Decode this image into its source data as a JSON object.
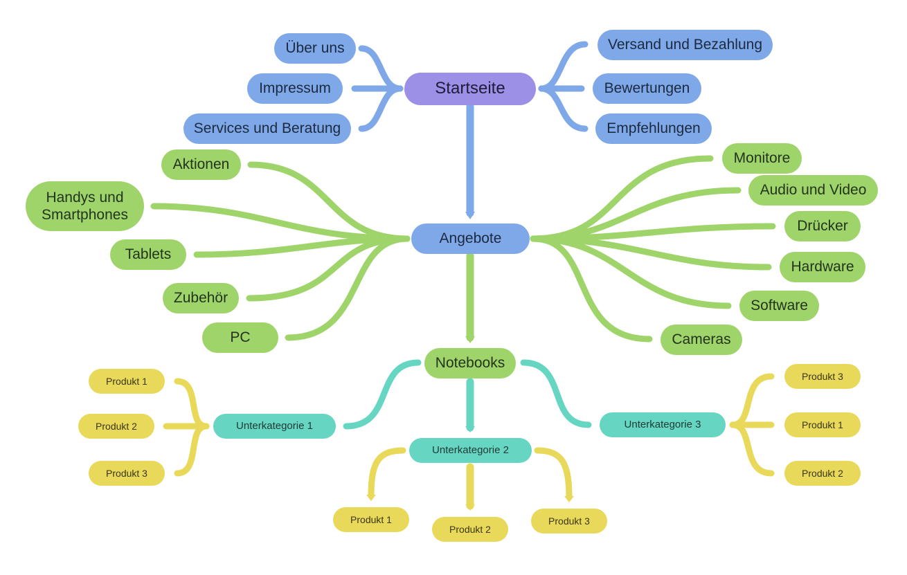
{
  "colors": {
    "root": "#9b8fe6",
    "blue": "#7ea8e8",
    "green": "#9fd46a",
    "teal": "#66d6c3",
    "yellow": "#e8d95a"
  },
  "root": {
    "label": "Startseite"
  },
  "startseite_children": {
    "ueber_uns": "Über uns",
    "impressum": "Impressum",
    "services": "Services und Beratung",
    "versand": "Versand und Bezahlung",
    "bewertungen": "Bewertungen",
    "empfehlungen": "Empfehlungen"
  },
  "angebote": {
    "label": "Angebote",
    "left": {
      "aktionen": "Aktionen",
      "handys": "Handys und Smartphones",
      "tablets": "Tablets",
      "zubehoer": "Zubehör",
      "pc": "PC"
    },
    "right": {
      "monitore": "Monitore",
      "audio": "Audio und Video",
      "druecker": "Drücker",
      "hardware": "Hardware",
      "software": "Software",
      "cameras": "Cameras"
    }
  },
  "notebooks": {
    "label": "Notebooks",
    "sub1": {
      "label": "Unterkategorie 1",
      "products": [
        "Produkt 1",
        "Produkt 2",
        "Produkt 3"
      ]
    },
    "sub2": {
      "label": "Unterkategorie 2",
      "products": [
        "Produkt 1",
        "Produkt 2",
        "Produkt 3"
      ]
    },
    "sub3": {
      "label": "Unterkategorie 3",
      "products": [
        "Produkt 3",
        "Produkt 1",
        "Produkt 2"
      ]
    }
  }
}
